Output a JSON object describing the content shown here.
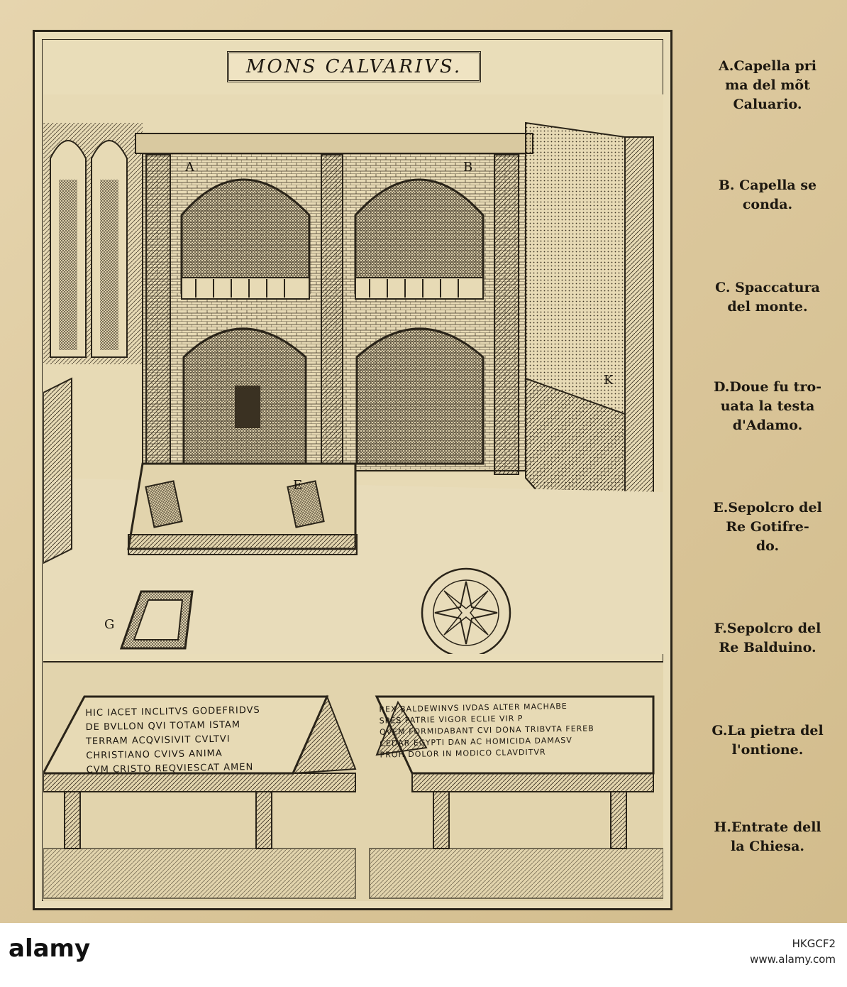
{
  "plate": {
    "title": "MONS CALVARIVS.",
    "letters": [
      "A",
      "B",
      "K",
      "E",
      "G"
    ],
    "inscription_left": [
      "HIC IACET INCLITVS GODEFRIDVS",
      "DE BVLLON QVI TOTAM ISTAM",
      "TERRAM ACQVISIVIT CVLTVI",
      "CHRISTIANO CVIVS ANIMA",
      "CVM CRISTO REQVIESCAT AMEN"
    ],
    "inscription_right": [
      "REX BALDEWINVS IVDAS ALTER MACHABE",
      "SPES PATRIE VIGOR ECLIE VIR P",
      "QVEM FORMIDABANT CVI DONA TRIBVTA FEREB",
      "CEDAR EGYPTI DAN AC HOMICIDA DAMASV",
      "PROH DOLOR IN MODICO CLAVDITVR"
    ]
  },
  "legend": [
    {
      "lines": [
        "A.Capella pri",
        "ma del mõt",
        "Caluario."
      ]
    },
    {
      "lines": [
        "B. Capella se",
        "conda."
      ]
    },
    {
      "lines": [
        "C. Spaccatura",
        "del monte."
      ]
    },
    {
      "lines": [
        "D.Doue fu tro-",
        "uata la testa",
        "d'Adamo."
      ]
    },
    {
      "lines": [
        "E.Sepolcro del",
        "Re Gotifre-",
        "do."
      ]
    },
    {
      "lines": [
        "F.Sepolcro del",
        "Re Balduino."
      ]
    },
    {
      "lines": [
        "G.La pietra del",
        "l'ontione."
      ]
    },
    {
      "lines": [
        "H.Entrate dell",
        "la Chiesa."
      ]
    }
  ],
  "stock": {
    "logo": "alamy",
    "image_id": "HKGCF2",
    "url": "www.alamy.com"
  }
}
